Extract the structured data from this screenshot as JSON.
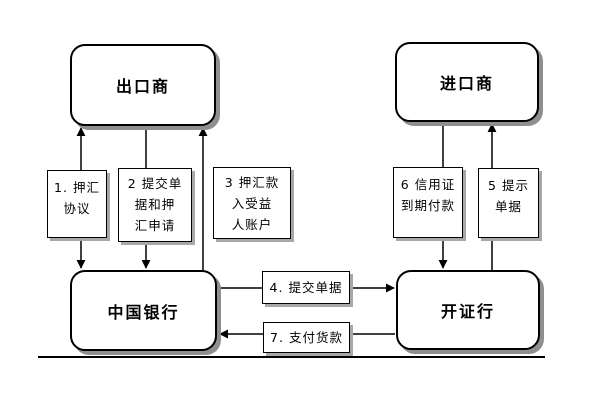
{
  "diagram": {
    "background": "#ffffff",
    "line_color": "#000000",
    "shadow_color": "#8f8f8f",
    "nodes": [
      {
        "id": "exporter",
        "label": "出口商"
      },
      {
        "id": "importer",
        "label": "进口商"
      },
      {
        "id": "bank-of-china",
        "label": "中国银行"
      },
      {
        "id": "issuing-bank",
        "label": "开证行"
      }
    ],
    "steps": [
      {
        "num": 1,
        "lines": [
          "1. 押汇",
          "协议"
        ],
        "from": "bank-of-china",
        "to": "exporter",
        "arrow": "both"
      },
      {
        "num": 2,
        "lines": [
          "2 提交单",
          "据和押",
          "汇申请"
        ],
        "from": "exporter",
        "to": "bank-of-china",
        "arrow": "to"
      },
      {
        "num": 3,
        "lines": [
          "3 押汇款",
          "入受益",
          "人账户"
        ],
        "from": "bank-of-china",
        "to": "exporter",
        "arrow": "to"
      },
      {
        "num": 4,
        "lines": [
          "4. 提交单据"
        ],
        "from": "bank-of-china",
        "to": "issuing-bank",
        "arrow": "to"
      },
      {
        "num": 5,
        "lines": [
          "5 提示",
          "单据"
        ],
        "from": "issuing-bank",
        "to": "importer",
        "arrow": "to"
      },
      {
        "num": 6,
        "lines": [
          "6 信用证",
          "到期付款"
        ],
        "from": "importer",
        "to": "issuing-bank",
        "arrow": "to"
      },
      {
        "num": 7,
        "lines": [
          "7. 支付货款"
        ],
        "from": "issuing-bank",
        "to": "bank-of-china",
        "arrow": "to"
      }
    ]
  }
}
